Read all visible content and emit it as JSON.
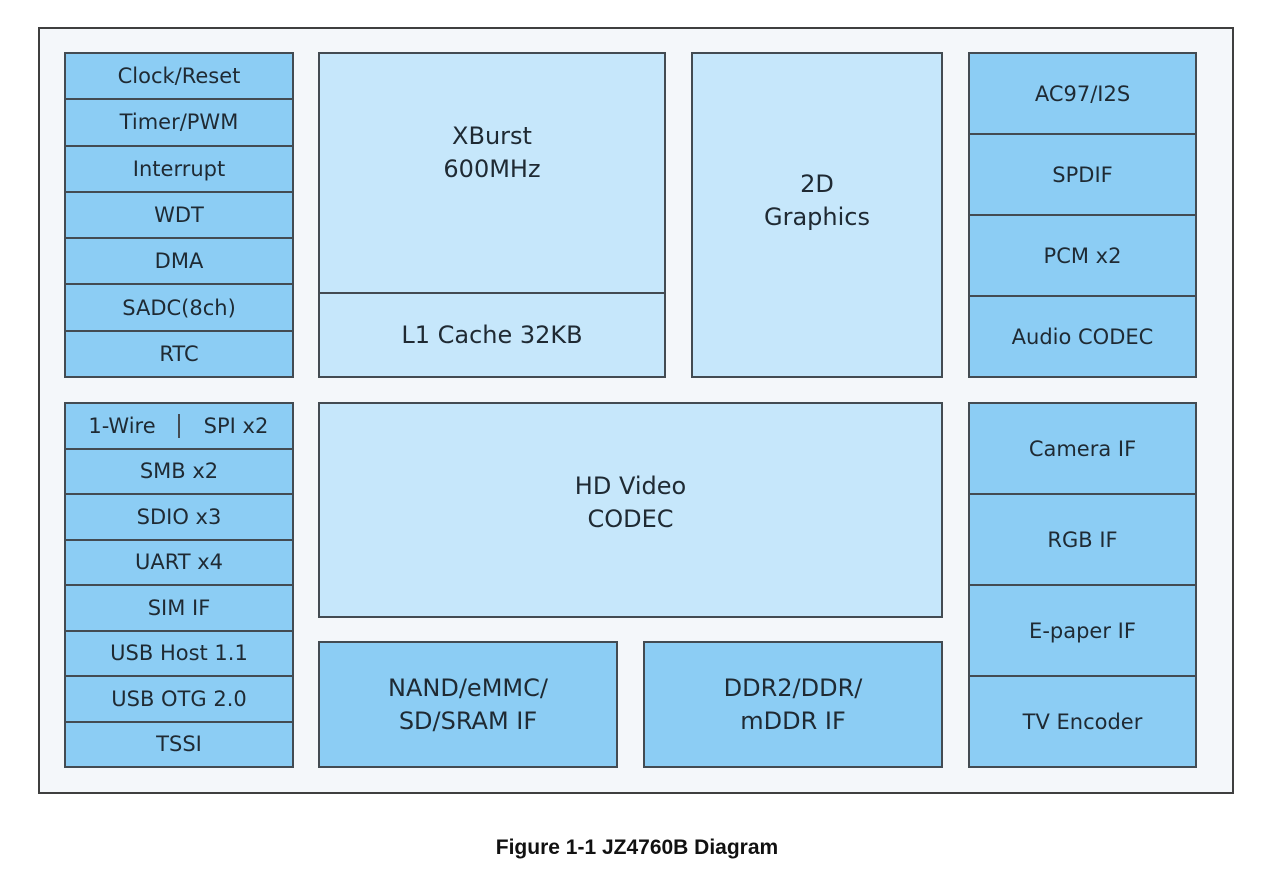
{
  "left_top": [
    "Clock/Reset",
    "Timer/PWM",
    "Interrupt",
    "WDT",
    "DMA",
    "SADC(8ch)",
    "RTC"
  ],
  "left_bottom": {
    "split": [
      "1-Wire",
      "SPI x2"
    ],
    "rows": [
      "SMB x2",
      "SDIO x3",
      "UART x4",
      "SIM IF",
      "USB Host 1.1",
      "USB OTG 2.0",
      "TSSI"
    ]
  },
  "cpu": {
    "line1": "XBurst",
    "line2": "600MHz",
    "cache": "L1 Cache 32KB"
  },
  "graphics": {
    "line1": "2D",
    "line2": "Graphics"
  },
  "video": {
    "line1": "HD Video",
    "line2": "CODEC"
  },
  "nand": {
    "line1": "NAND/eMMC/",
    "line2": "SD/SRAM IF"
  },
  "ddr": {
    "line1": "DDR2/DDR/",
    "line2": "mDDR IF"
  },
  "right_top": [
    "AC97/I2S",
    "SPDIF",
    "PCM x2",
    "Audio CODEC"
  ],
  "right_bottom": [
    "Camera IF",
    "RGB IF",
    "E-paper IF",
    "TV Encoder"
  ],
  "caption": "Figure 1-1 JZ4760B Diagram",
  "colors": {
    "dark_block": "#8ccdf4",
    "light_block": "#c6e7fb",
    "border": "#434b52"
  }
}
